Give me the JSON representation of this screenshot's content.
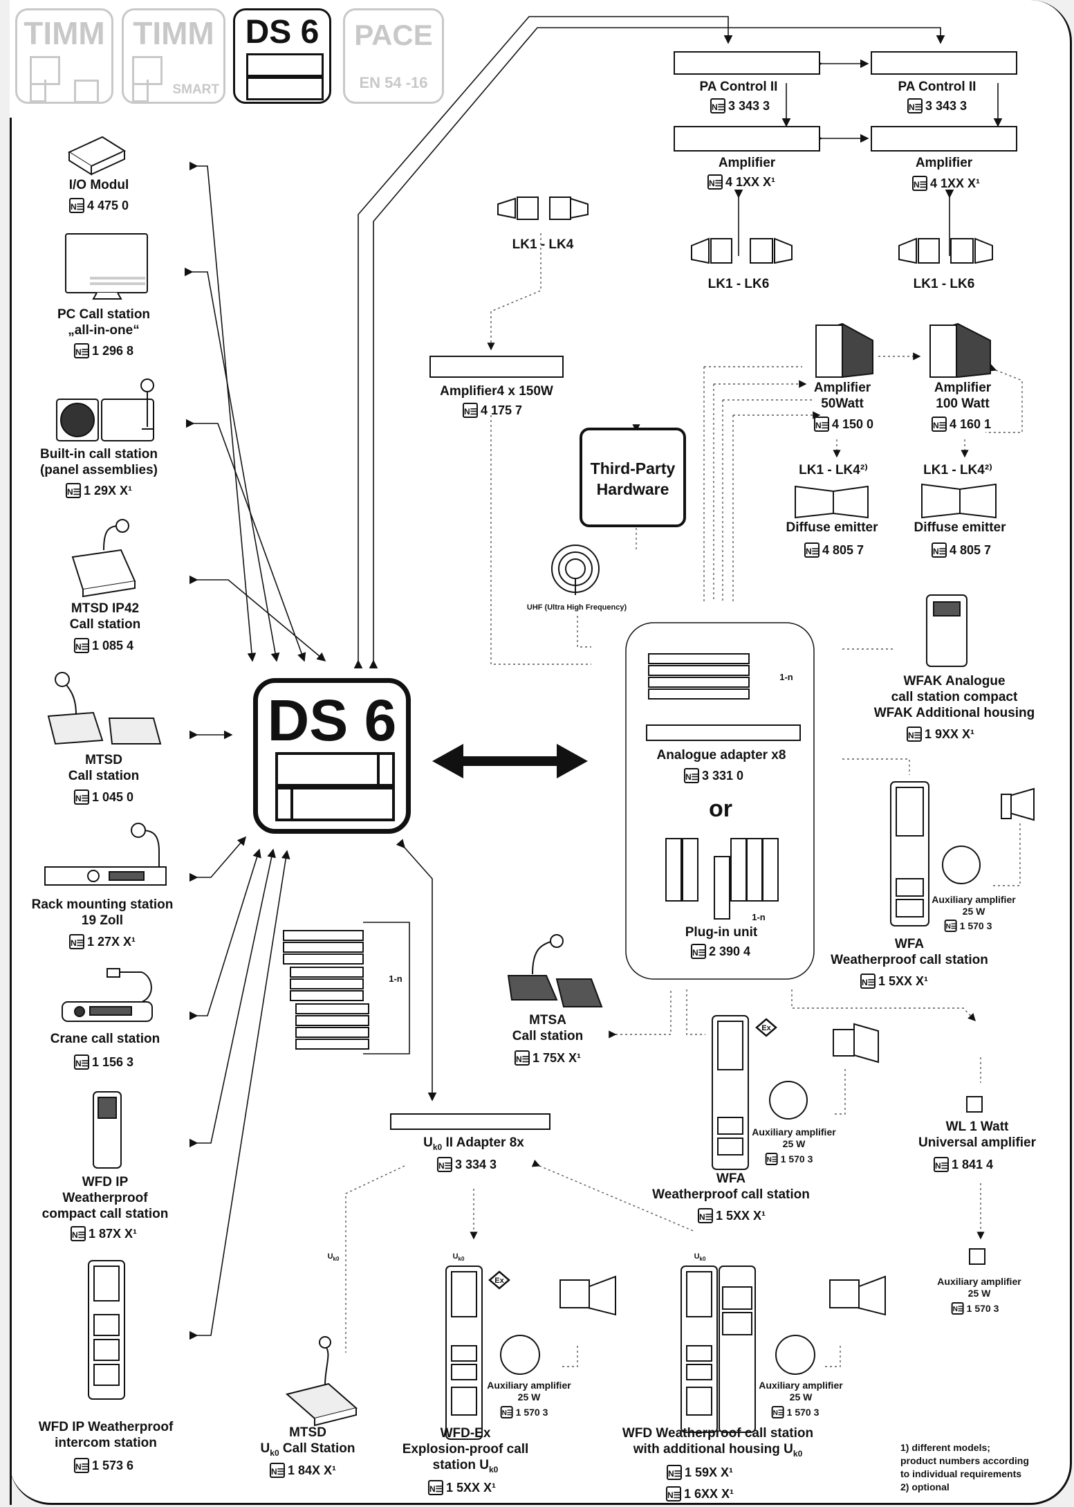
{
  "header_logos": {
    "timm": "TIMM",
    "timm_smart": "TIMM",
    "smart": "SMART",
    "ds6": "DS 6",
    "pace": "PACE",
    "en54": "EN 54 -16"
  },
  "center": {
    "title": "DS 6"
  },
  "left_devices": [
    {
      "label": "I/O Modul",
      "code": "4 475 0"
    },
    {
      "label": "PC Call station",
      "label2": "„all-in-one“",
      "code": "1 296 8"
    },
    {
      "label": "Built-in call station",
      "label2": "(panel assemblies)",
      "code": "1 29X X¹"
    },
    {
      "label": "MTSD IP42",
      "label2": "Call station",
      "code": "1 085 4"
    },
    {
      "label": "MTSD",
      "label2": "Call station",
      "code": "1 045 0"
    },
    {
      "label": "Rack mounting station",
      "label2": "19 Zoll",
      "code": "1 27X X¹"
    },
    {
      "label": "Crane call station",
      "code": "1 156 3"
    },
    {
      "label": "WFD IP",
      "label2": "Weatherproof",
      "label3": "compact call station",
      "code": "1 87X X¹"
    },
    {
      "label": "WFD IP Weatherproof",
      "label2": "intercom station",
      "code": "1 573 6"
    }
  ],
  "top_right": {
    "pa1": {
      "label": "PA Control II",
      "code": "3 343 3"
    },
    "pa2": {
      "label": "PA Control II",
      "code": "3 343 3"
    },
    "amp1": {
      "label": "Amplifier",
      "code": "4 1XX X¹"
    },
    "amp2": {
      "label": "Amplifier",
      "code": "4 1XX X¹"
    },
    "lk6a": "LK1 - LK6",
    "lk6b": "LK1 - LK6",
    "lk4": "LK1 - LK4"
  },
  "mid": {
    "amp4x150": {
      "label": "Amplifier4 x 150W",
      "code": "4 175 7"
    },
    "third_party": [
      "Third-Party",
      "Hardware"
    ],
    "uhf": "UHF (Ultra High Frequency)",
    "amp50": {
      "label": "Amplifier",
      "label2": "50Watt",
      "code": "4 150 0"
    },
    "amp100": {
      "label": "Amplifier",
      "label2": "100 Watt",
      "code": "4 160 1"
    },
    "lk4a": "LK1 - LK4²⁾",
    "lk4b": "LK1 - LK4²⁾",
    "diffuse1": {
      "label": "Diffuse emitter",
      "code": "4 805 7"
    },
    "diffuse2": {
      "label": "Diffuse emitter",
      "code": "4 805 7"
    }
  },
  "adapter_box": {
    "one_n_a": "1-n",
    "analogue": {
      "label": "Analogue adapter x8",
      "code": "3 331 0"
    },
    "or": "or",
    "one_n_b": "1-n",
    "plugin": {
      "label": "Plug-in unit",
      "code": "2 390 4"
    }
  },
  "right": {
    "wfak": {
      "label": "WFAK Analogue",
      "label2": "call station compact",
      "label3": "WFAK Additional housing",
      "code": "1 9XX X¹"
    },
    "wfa_right": {
      "label": "WFA",
      "label2": "Weatherproof call station",
      "code": "1 5XX X¹"
    },
    "aux_right": {
      "label": "Auxiliary amplifier",
      "label2": "25 W",
      "code": "1 570 3"
    },
    "wl1": {
      "label": "WL 1 Watt",
      "label2": "Universal amplifier",
      "code": "1 841 4"
    },
    "aux_wl": {
      "label": "Auxiliary amplifier",
      "label2": "25 W",
      "code": "1 570 3"
    }
  },
  "bottom": {
    "one_n": "1-n",
    "mtsa": {
      "label": "MTSA",
      "label2": "Call station",
      "code": "1 75X X¹"
    },
    "wfa_mid": {
      "label": "WFA",
      "label2": "Weatherproof call station",
      "code": "1 5XX X¹"
    },
    "aux_mid": {
      "label": "Auxiliary amplifier",
      "label2": "25 W",
      "code": "1 570 3"
    },
    "uk0_adapter": {
      "label": "U",
      "sub": "k0",
      "label_rest": " II Adapter 8x",
      "code": "3 334 3"
    },
    "uk0_lbl": "U",
    "uk0_sub": "k0",
    "mtsd_uk0": {
      "label": "MTSD",
      "label2a": "U",
      "label2sub": "k0",
      "label2b": " Call Station",
      "code": "1 84X X¹"
    },
    "wfdex": {
      "label": "WFD-Ex",
      "label2": "Explosion-proof call",
      "label3a": "station U",
      "label3sub": "k0",
      "code": "1 5XX X¹"
    },
    "aux_ex": {
      "label": "Auxiliary amplifier",
      "label2": "25 W",
      "code": "1 570 3"
    },
    "wfd": {
      "label": "WFD Weatherproof call station",
      "label2a": "with additional housing U",
      "label2sub": "k0",
      "code1": "1 59X X¹",
      "code2": "1 6XX X¹"
    },
    "aux_wfd": {
      "label": "Auxiliary amplifier",
      "label2": "25 W",
      "code": "1 570 3"
    }
  },
  "footnotes": [
    "1) different models;",
    "product numbers according",
    "to individual requirements",
    "2) optional"
  ],
  "n_logo": "N☰"
}
